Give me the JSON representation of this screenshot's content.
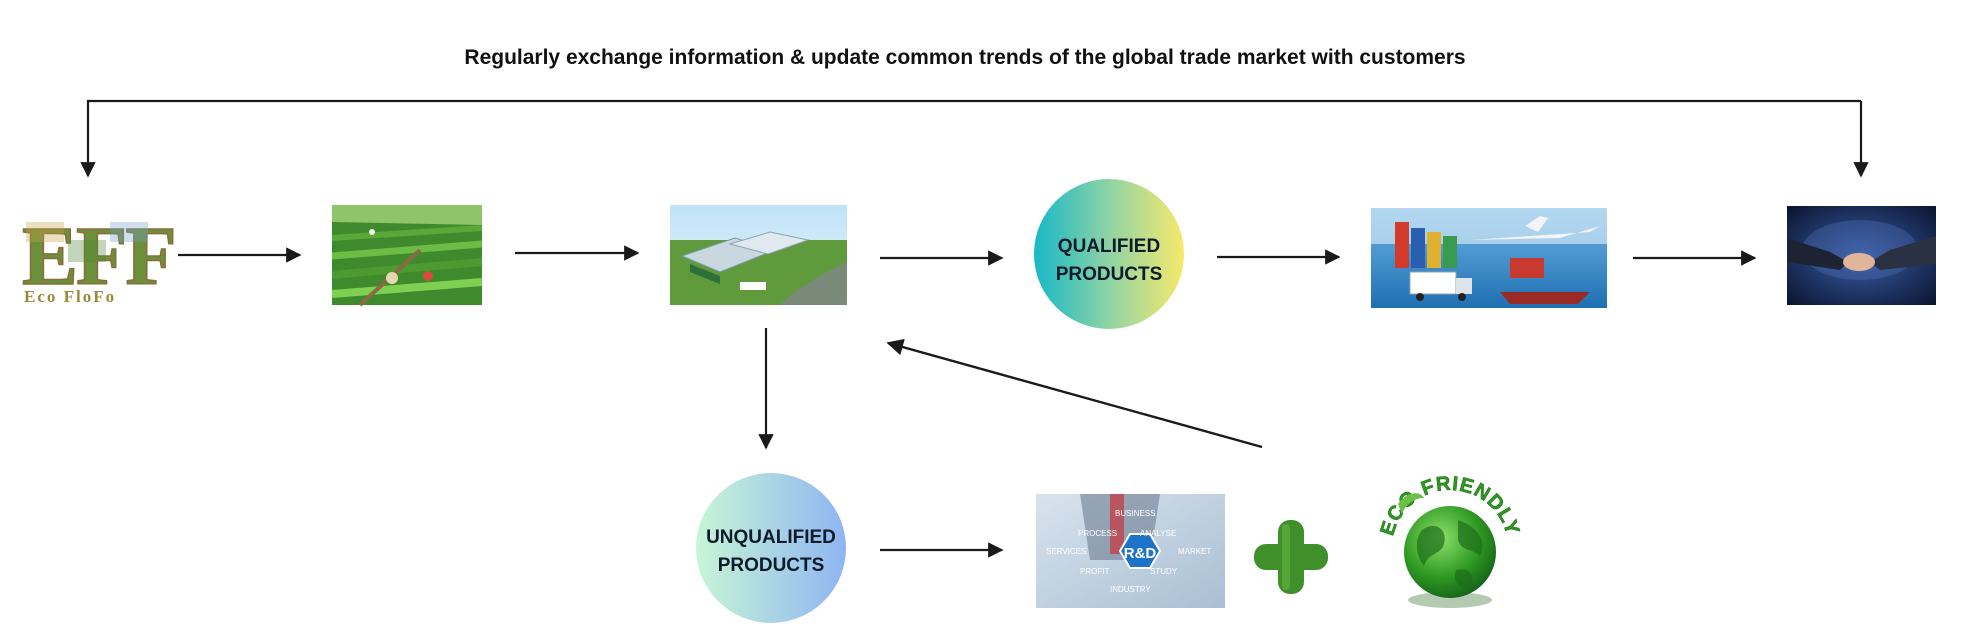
{
  "header": {
    "title": "Regularly exchange information & update common trends of the global trade market with customers"
  },
  "logo": {
    "letters": "EFF",
    "name": "Eco FloFo"
  },
  "nodes": {
    "qualified": {
      "line1": "QUALIFIED",
      "line2": "PRODUCTS"
    },
    "unqualified": {
      "line1": "UNQUALIFIED",
      "line2": "PRODUCTS"
    }
  },
  "rnd": {
    "center": "R&D",
    "words": [
      "BUSINESS",
      "PROCESS",
      "ANALYSE",
      "SERVICES",
      "MARKET",
      "PROFIT",
      "STUDY",
      "INDUSTRY"
    ]
  },
  "eco_badge": {
    "text": "ECO FRIENDLY"
  },
  "colors": {
    "arrow": "#1a1a1a",
    "qualified_gradient": [
      "#17b8c8",
      "#f7e96a"
    ],
    "unqualified_gradient": [
      "#b8f0d0",
      "#8fb8f0"
    ],
    "plus_green": "#3f8f2a",
    "globe_green": "#3ba82c"
  }
}
